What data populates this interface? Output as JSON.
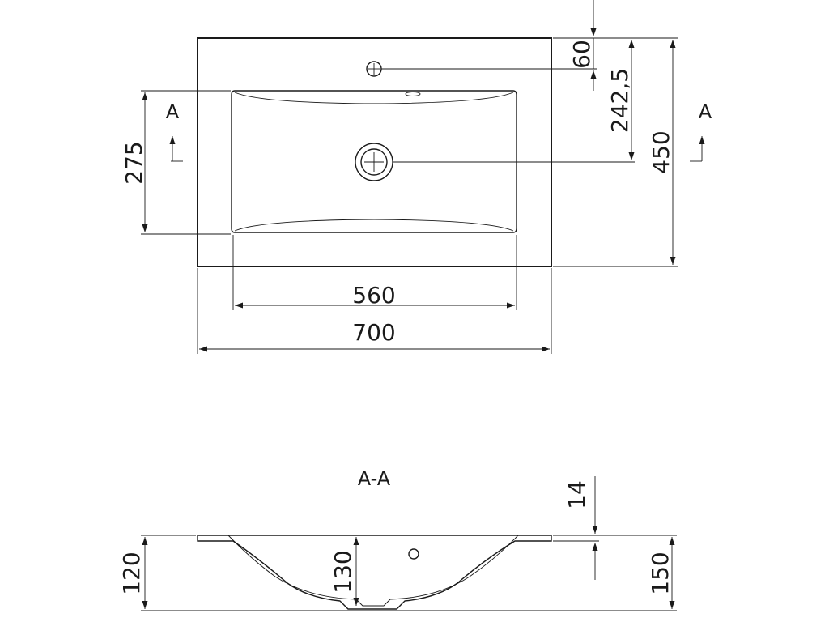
{
  "top_view": {
    "dim_outer_width": "700",
    "dim_inner_width": "560",
    "dim_outer_depth": "450",
    "dim_inner_depth": "275",
    "dim_drain_offset": "242,5",
    "dim_tap_offset": "60",
    "section_label_left": "A",
    "section_label_right": "A"
  },
  "section_view": {
    "title": "A-A",
    "dim_rim_thickness": "14",
    "dim_left_height": "120",
    "dim_bowl_depth": "130",
    "dim_total_height": "150"
  }
}
